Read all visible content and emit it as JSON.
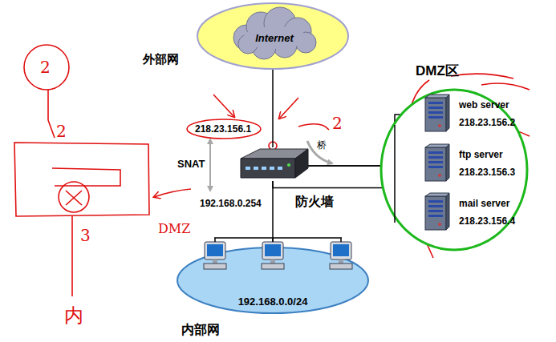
{
  "diagram": {
    "nodes": [
      {
        "text": [
          "Internet",
          "外部网"
        ]
      },
      {
        "text": [
          "防火墙"
        ]
      },
      {
        "text": [
          "DMZ区"
        ]
      },
      {
        "text": [
          "web server",
          "218.23.156.2"
        ],
        "in": 2
      },
      {
        "text": [
          "ftp server",
          "218.23.156.3"
        ],
        "in": 2
      },
      {
        "text": [
          "mail server",
          "218.23.156.4"
        ],
        "in": 2
      },
      {
        "text": [
          "192.168.0.0/24",
          "内部网"
        ]
      }
    ],
    "edges": [
      {
        "from": 0,
        "to": 1,
        "arrow": "none"
      },
      {
        "from": 1,
        "to": 3,
        "arrow": "none"
      },
      {
        "from": 1,
        "to": 4,
        "arrow": "none"
      },
      {
        "from": 1,
        "to": 5,
        "arrow": "none"
      },
      {
        "from": 1,
        "to": 6,
        "arrow": "none"
      }
    ],
    "labels": [
      "218.23.156.1",
      "SNAT",
      "192.168.0.254",
      "桥",
      "2",
      "2",
      "3",
      "2",
      "DMZ",
      "内"
    ]
  }
}
